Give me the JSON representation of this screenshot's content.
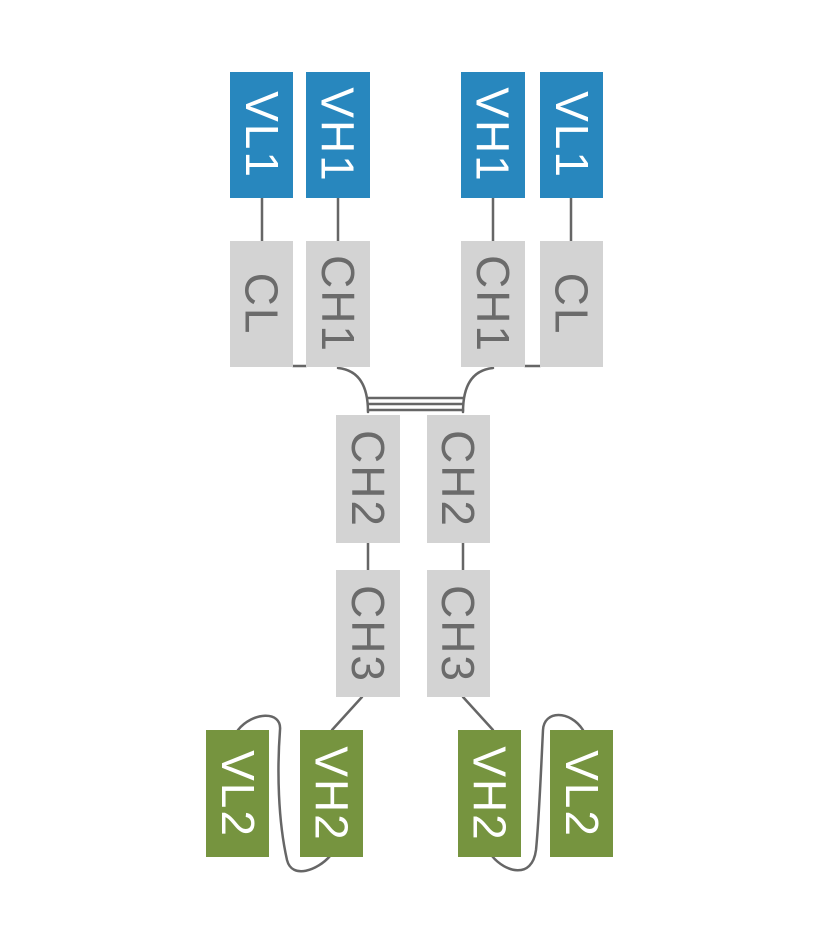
{
  "diagram": {
    "colors": {
      "variable_domain": "#2887be",
      "constant_domain": "#d3d3d3",
      "variable_domain_2": "#76943f",
      "connector": "#666666"
    },
    "domains": {
      "vl1_left": "VL1",
      "vh1_left": "VH1",
      "vh1_right": "VH1",
      "vl1_right": "VL1",
      "cl_left": "CL",
      "ch1_left": "CH1",
      "ch1_right": "CH1",
      "cl_right": "CL",
      "ch2_left": "CH2",
      "ch2_right": "CH2",
      "ch3_left": "CH3",
      "ch3_right": "CH3",
      "vl2_left": "VL2",
      "vh2_left": "VH2",
      "vh2_right": "VH2",
      "vl2_right": "VL2"
    }
  }
}
